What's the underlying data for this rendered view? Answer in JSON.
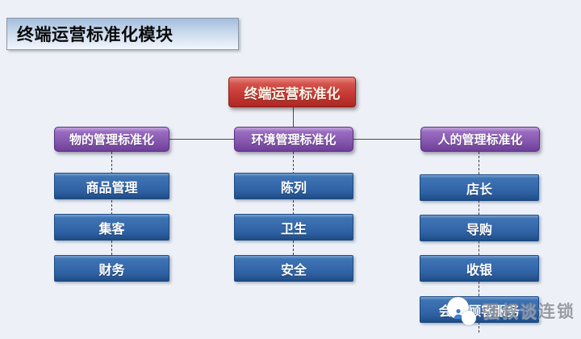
{
  "slide": {
    "title": "终端运营标准化模块"
  },
  "diagram": {
    "root": {
      "label": "终端运营标准化"
    },
    "branches": [
      {
        "label": "物的管理标准化",
        "children": [
          "商品管理",
          "集客",
          "财务"
        ]
      },
      {
        "label": "环境管理标准化",
        "children": [
          "陈列",
          "卫生",
          "安全"
        ]
      },
      {
        "label": "人的管理标准化",
        "children": [
          "店长",
          "导购",
          "收银",
          "会员/顾客服务"
        ]
      }
    ],
    "colors": {
      "background": "#edf1f7",
      "root_box": "#c0302b",
      "branch_box": "#8a5bb3",
      "leaf_box": "#2e62a4",
      "connector": "#4a4a4a"
    }
  },
  "watermark": {
    "text": "强叔谈连锁",
    "logo": "chat-bubbles-icon"
  }
}
